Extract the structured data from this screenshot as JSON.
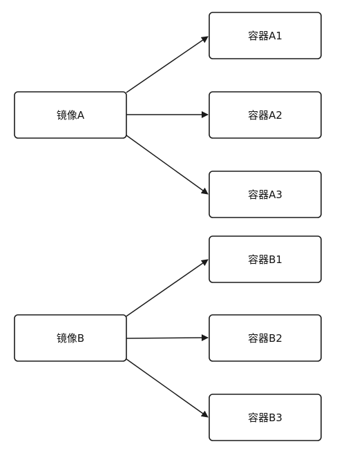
{
  "nodes": {
    "image_a": "镜像A",
    "container_a1": "容器A1",
    "container_a2": "容器A2",
    "container_a3": "容器A3",
    "image_b": "镜像B",
    "container_b1": "容器B1",
    "container_b2": "容器B2",
    "container_b3": "容器B3"
  },
  "edges": [
    {
      "from": "image_a",
      "to": "container_a1"
    },
    {
      "from": "image_a",
      "to": "container_a2"
    },
    {
      "from": "image_a",
      "to": "container_a3"
    },
    {
      "from": "image_b",
      "to": "container_b1"
    },
    {
      "from": "image_b",
      "to": "container_b2"
    },
    {
      "from": "image_b",
      "to": "container_b3"
    }
  ],
  "colors": {
    "stroke": "#1a1a1a",
    "fill": "#ffffff",
    "text": "#111111"
  }
}
